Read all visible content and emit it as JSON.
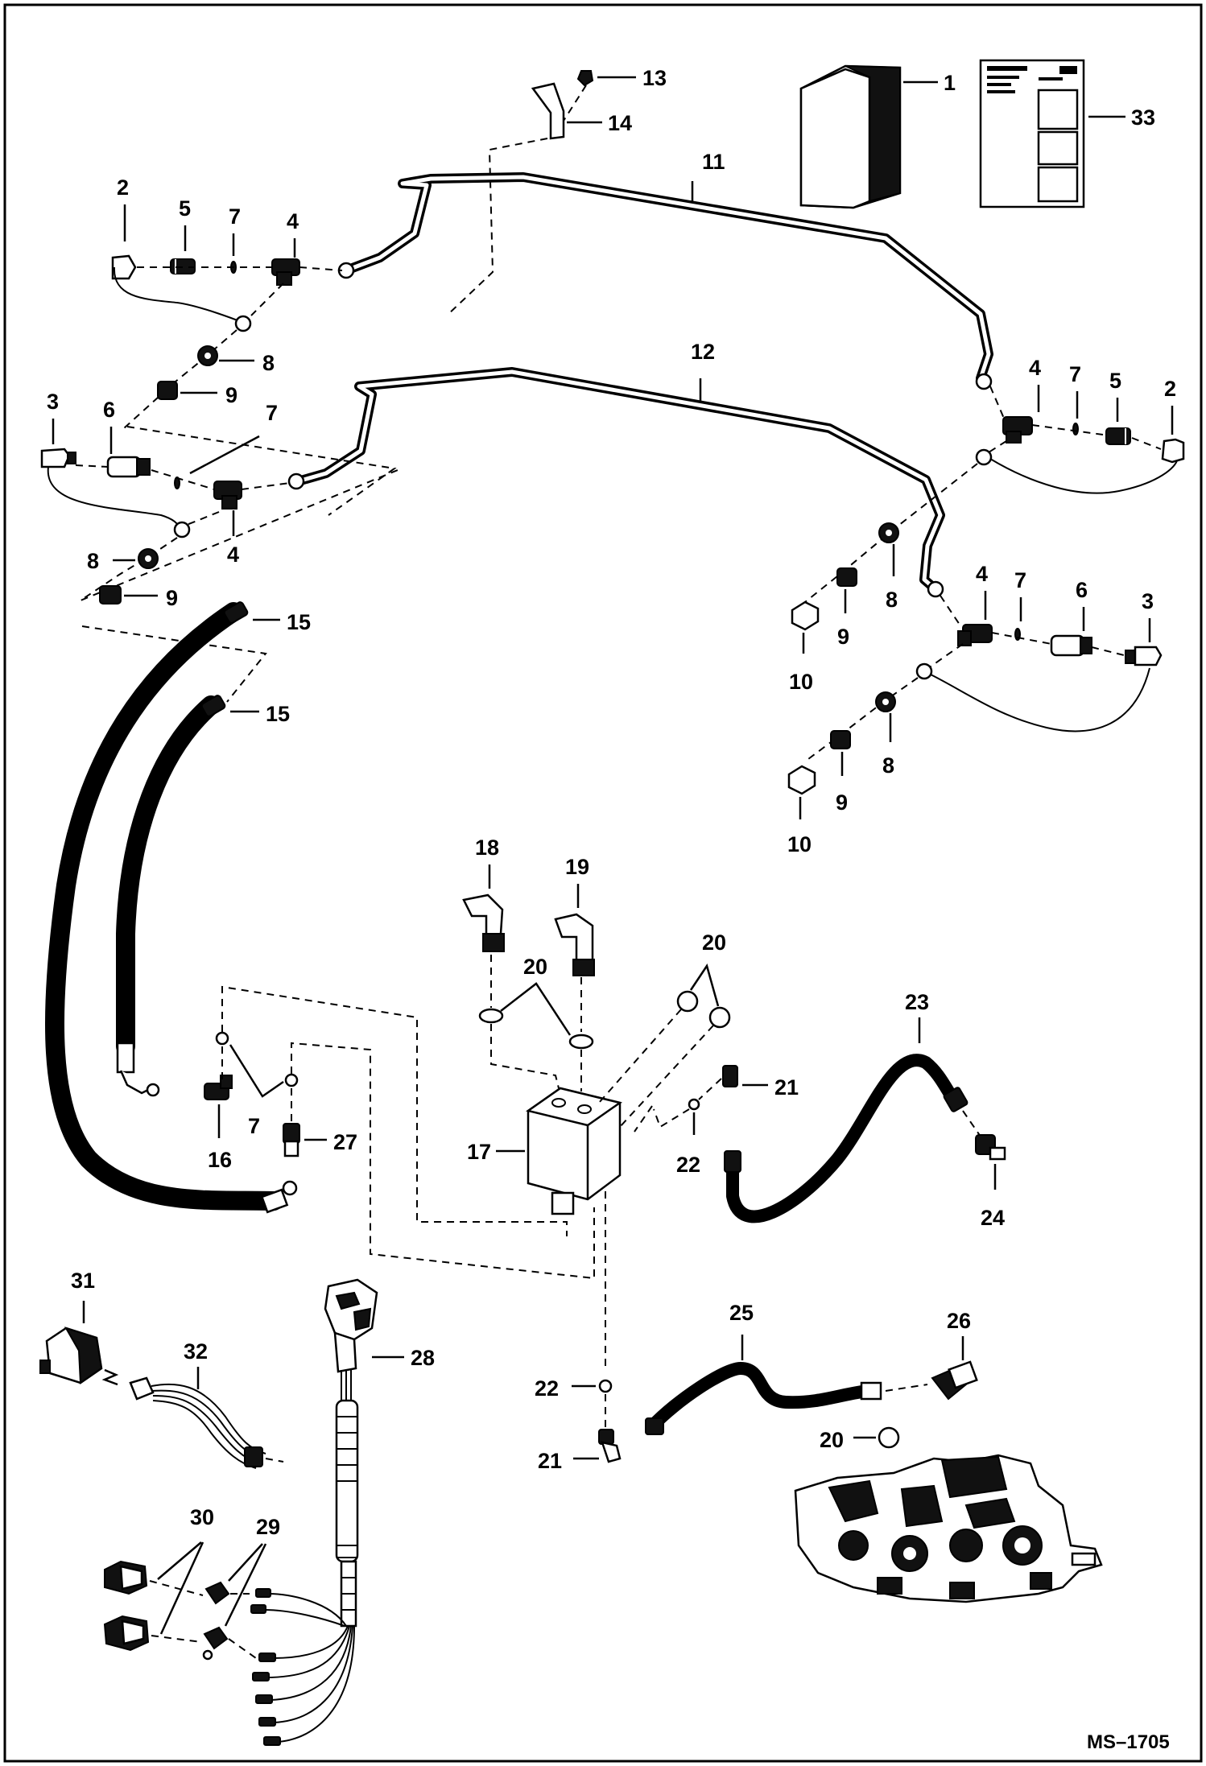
{
  "diagram": {
    "drawing_number": "MS–1705",
    "callouts": {
      "c1": "1",
      "c2a": "2",
      "c2b": "2",
      "c3a": "3",
      "c3b": "3",
      "c4a": "4",
      "c4b": "4",
      "c4c": "4",
      "c4d": "4",
      "c5a": "5",
      "c5b": "5",
      "c6a": "6",
      "c6b": "6",
      "c7a": "7",
      "c7b": "7",
      "c7c": "7",
      "c7d": "7",
      "c7e": "7",
      "c8a": "8",
      "c8b": "8",
      "c8c": "8",
      "c8d": "8",
      "c9a": "9",
      "c9b": "9",
      "c9c": "9",
      "c9d": "9",
      "c10a": "10",
      "c10b": "10",
      "c11": "11",
      "c12": "12",
      "c13": "13",
      "c14": "14",
      "c15a": "15",
      "c15b": "15",
      "c16": "16",
      "c17": "17",
      "c18": "18",
      "c19": "19",
      "c20a": "20",
      "c20b": "20",
      "c20c": "20",
      "c21a": "21",
      "c21b": "21",
      "c22a": "22",
      "c22b": "22",
      "c23": "23",
      "c24": "24",
      "c25": "25",
      "c26": "26",
      "c27": "27",
      "c28": "28",
      "c29": "29",
      "c30": "30",
      "c31": "31",
      "c32": "32",
      "c33": "33"
    }
  }
}
